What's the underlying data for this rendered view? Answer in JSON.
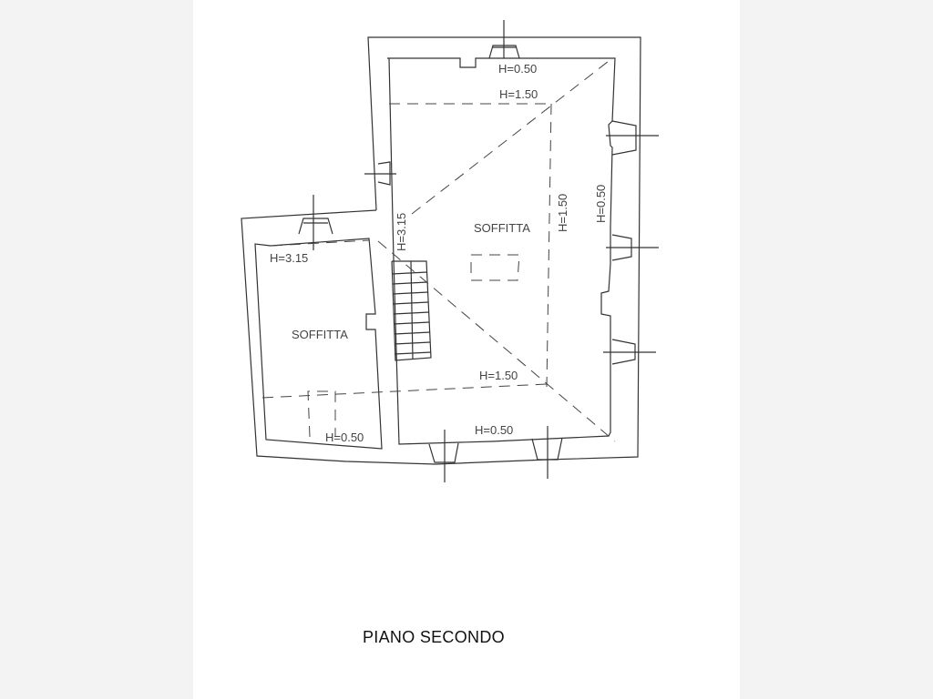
{
  "plan": {
    "title": "PIANO SECONDO",
    "rooms": [
      {
        "label": "SOFFITTA"
      },
      {
        "label": "SOFFITTA"
      }
    ],
    "heights": {
      "main_top": "H=0.50",
      "main_ridge_top": "H=1.50",
      "main_ridge_vertical": "H=1.50",
      "main_right": "H=0.50",
      "main_left": "H=3.15",
      "main_ridge_bottom": "H=1.50",
      "main_bottom": "H=0.50",
      "side_top": "H=3.15",
      "side_bottom": "H=0.50"
    }
  }
}
